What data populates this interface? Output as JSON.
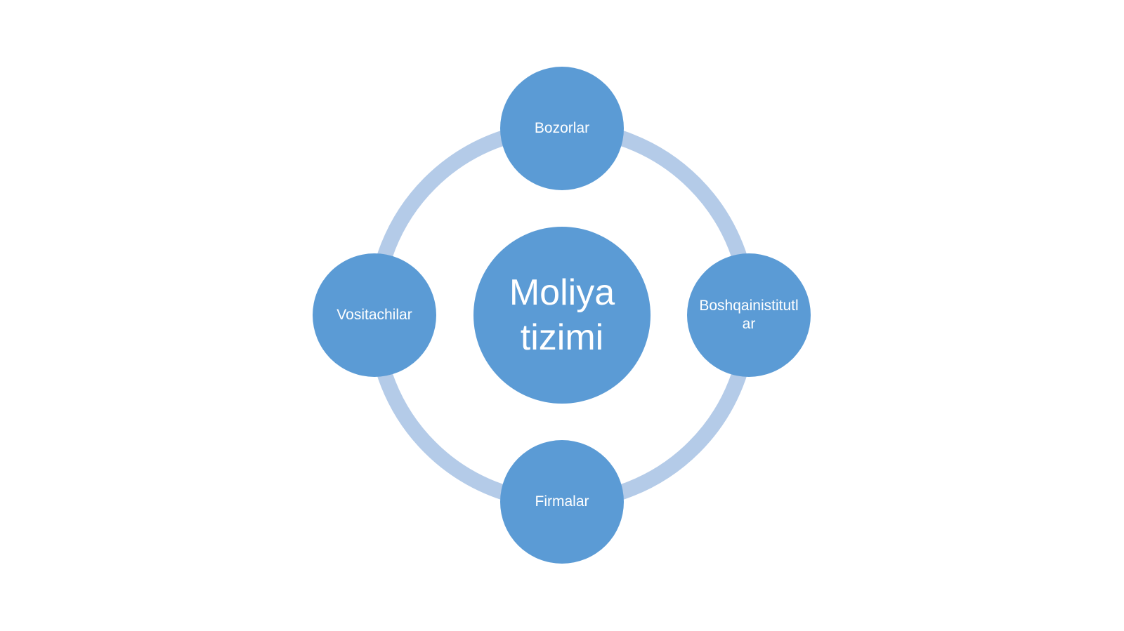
{
  "diagram": {
    "center": {
      "label": "Moliya tizimi"
    },
    "nodes": [
      {
        "id": "top",
        "label": "Bozorlar"
      },
      {
        "id": "right",
        "label": "Boshqainistitutlar"
      },
      {
        "id": "bottom",
        "label": "Firmalar"
      },
      {
        "id": "left",
        "label": "Vositachilar"
      }
    ]
  },
  "colors": {
    "node_fill": "#5b9bd5",
    "ring": "#b4cbe8",
    "text": "#ffffff",
    "background": "#ffffff"
  }
}
